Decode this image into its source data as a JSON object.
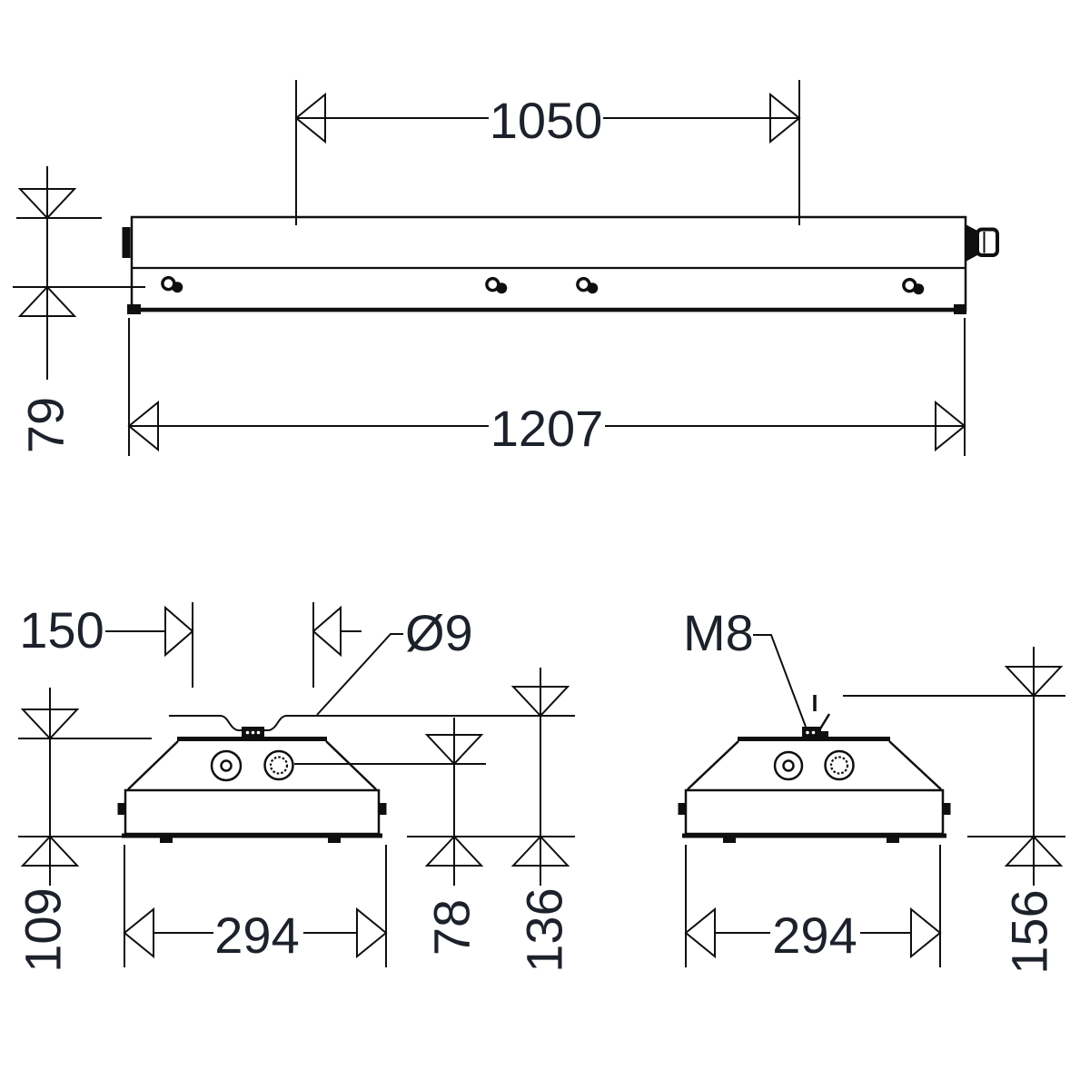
{
  "top_view": {
    "suspension_spacing": "1050",
    "length_overall": "1207",
    "height": "79"
  },
  "end_view_left": {
    "hole_spacing": "150",
    "hole_diameter": "Ø9",
    "height_body": "109",
    "width": "294",
    "entry_height": "78",
    "height_total": "136"
  },
  "end_view_right": {
    "stud_thread": "M8",
    "width": "294",
    "height_total": "156"
  },
  "colors": {
    "line": "#0f0f0f",
    "text": "#1d212b",
    "background": "#ffffff"
  }
}
